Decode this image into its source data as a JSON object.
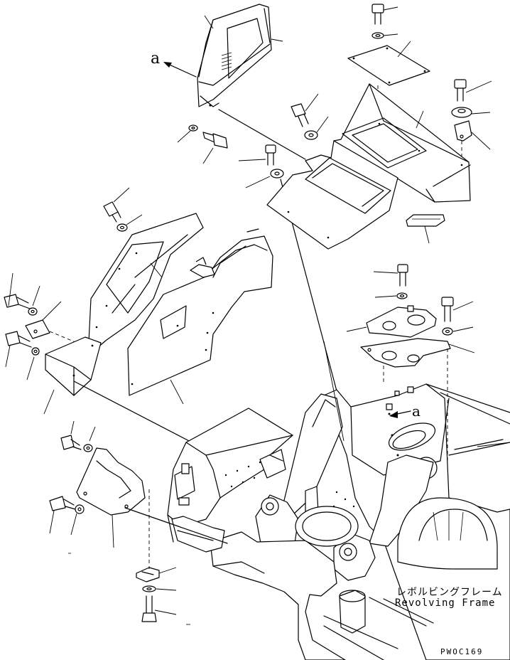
{
  "labels": {
    "view_marker_top": "a",
    "view_marker_frame": "a",
    "frame_label_jp": "レボルビングフレーム",
    "frame_label_en": "Revolving Frame",
    "drawing_code": "PWOC169"
  },
  "icons": {
    "view_arrow": "arrow-icon"
  }
}
